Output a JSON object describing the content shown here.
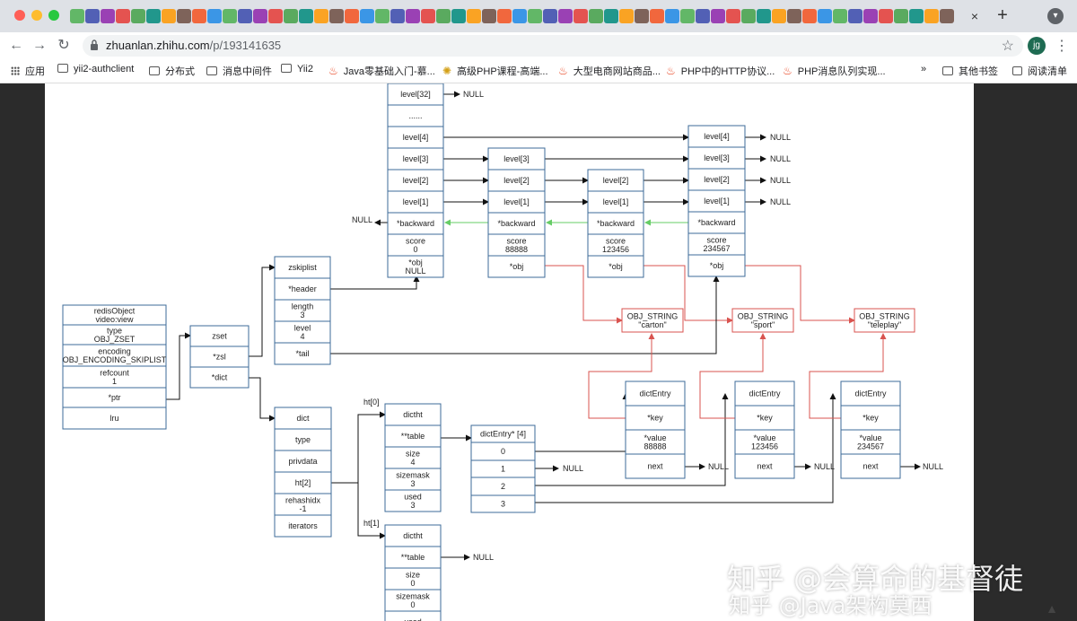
{
  "browser": {
    "window_controls": [
      "close",
      "minimize",
      "maximize"
    ],
    "tab_close": "×",
    "new_tab": "+",
    "url_host": "zhuanlan.zhihu.com",
    "url_path": "/p/193141635",
    "profile_initials": "jg"
  },
  "bookmarks": {
    "apps_label": "应用",
    "items": [
      {
        "label": "yii2-authclient",
        "icon": "folder-icon"
      },
      {
        "label": "分布式",
        "icon": "folder-icon"
      },
      {
        "label": "消息中间件",
        "icon": "folder-icon"
      },
      {
        "label": "Yii2",
        "icon": "folder-icon"
      },
      {
        "label": "Java零基础入门-慕...",
        "icon": "fire-icon"
      },
      {
        "label": "高级PHP课程-高端...",
        "icon": "bird-icon"
      },
      {
        "label": "大型电商网站商品...",
        "icon": "fire-icon"
      },
      {
        "label": "PHP中的HTTP协议...",
        "icon": "fire-icon"
      },
      {
        "label": "PHP消息队列实现...",
        "icon": "fire-icon"
      }
    ],
    "overflow": "»",
    "other_label": "其他书签",
    "reading_list_label": "阅读清单"
  },
  "diagram": {
    "redisobject": [
      "redisObject\nvideo:view",
      "type\nOBJ_ZSET",
      "encoding\nOBJ_ENCODING_SKIPLIST",
      "refcount\n1",
      "*ptr",
      "lru"
    ],
    "zset": [
      "zset",
      "*zsl",
      "*dict"
    ],
    "zskiplist": [
      "zskiplist",
      "*header",
      "length\n3",
      "level\n4",
      "*tail"
    ],
    "header_node": [
      "level[32]",
      "......",
      "level[4]",
      "level[3]",
      "level[2]",
      "level[1]",
      "*backward",
      "score\n0",
      "*obj\nNULL"
    ],
    "node1": [
      "level[3]",
      "level[2]",
      "level[1]",
      "*backward",
      "score\n88888",
      "*obj"
    ],
    "node2": [
      "level[2]",
      "level[1]",
      "*backward",
      "score\n123456",
      "*obj"
    ],
    "node3": [
      "level[4]",
      "level[3]",
      "level[2]",
      "level[1]",
      "*backward",
      "score\n234567",
      "*obj"
    ],
    "null": "NULL",
    "obj_strings": [
      "OBJ_STRING\n\"carton\"",
      "OBJ_STRING\n\"sport\"",
      "OBJ_STRING\n\"teleplay\""
    ],
    "dict": [
      "dict",
      "type",
      "privdata",
      "ht[2]",
      "rehashidx\n-1",
      "iterators"
    ],
    "ht0_label": "ht[0]",
    "ht1_label": "ht[1]",
    "dictht0": [
      "dictht",
      "**table",
      "size\n4",
      "sizemask\n3",
      "used\n3"
    ],
    "dictht1": [
      "dictht",
      "**table",
      "size\n0",
      "sizemask\n0",
      "used"
    ],
    "table_header": "dictEntry* [4]",
    "table_slots": [
      "0",
      "1",
      "2",
      "3"
    ],
    "entries": [
      [
        "dictEntry",
        "*key",
        "*value\n88888",
        "next"
      ],
      [
        "dictEntry",
        "*key",
        "*value\n123456",
        "next"
      ],
      [
        "dictEntry",
        "*key",
        "*value\n234567",
        "next"
      ]
    ]
  },
  "watermark": {
    "line1": "知乎 @会算命的基督徒",
    "line2": "知乎 @Java架构莫西"
  },
  "colors": {
    "tab_bg": "#dee1e6",
    "diagram_line": "#3e6b98",
    "arrow_black": "#111111",
    "arrow_green": "#66cc66",
    "arrow_red": "#d9534f",
    "avatar": "#1e6b52"
  }
}
